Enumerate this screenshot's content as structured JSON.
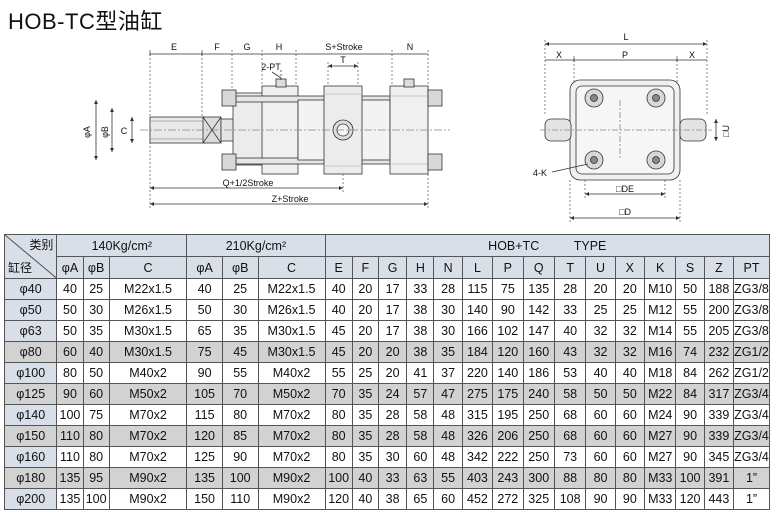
{
  "title": "HOB-TC型油缸",
  "drawing": {
    "side_view": {
      "dims_top": [
        "E",
        "F",
        "G",
        "H",
        "S+Stroke",
        "N"
      ],
      "dim_t": "T",
      "port": "2-PT",
      "dims_left": [
        "φA",
        "φB",
        "C"
      ],
      "dims_bottom": [
        "Q+1/2Stroke",
        "Z+Stroke"
      ]
    },
    "end_view": {
      "dim_l": "L",
      "dims_top": [
        "X",
        "P",
        "X"
      ],
      "dim_su": "□U",
      "hole_label": "4-K",
      "dim_de": "□DE",
      "dim_d": "□D"
    }
  },
  "table": {
    "corner_top": "类别",
    "corner_bottom": "缸径",
    "group_140": "140Kg/cm²",
    "group_210": "210Kg/cm²",
    "group_type": "HOB+TC          TYPE",
    "columns": [
      "φA",
      "φB",
      "C",
      "φA",
      "φB",
      "C",
      "E",
      "F",
      "G",
      "H",
      "N",
      "L",
      "P",
      "Q",
      "T",
      "U",
      "X",
      "K",
      "S",
      "Z",
      "PT"
    ],
    "rows": [
      [
        "φ40",
        "40",
        "25",
        "M22x1.5",
        "40",
        "25",
        "M22x1.5",
        "40",
        "20",
        "17",
        "33",
        "28",
        "115",
        "75",
        "135",
        "28",
        "20",
        "20",
        "M10",
        "50",
        "188",
        "ZG3/8"
      ],
      [
        "φ50",
        "50",
        "30",
        "M26x1.5",
        "50",
        "30",
        "M26x1.5",
        "40",
        "20",
        "17",
        "38",
        "30",
        "140",
        "90",
        "142",
        "33",
        "25",
        "25",
        "M12",
        "55",
        "200",
        "ZG3/8"
      ],
      [
        "φ63",
        "50",
        "35",
        "M30x1.5",
        "65",
        "35",
        "M30x1.5",
        "45",
        "20",
        "17",
        "38",
        "30",
        "166",
        "102",
        "147",
        "40",
        "32",
        "32",
        "M14",
        "55",
        "205",
        "ZG3/8"
      ],
      [
        "φ80",
        "60",
        "40",
        "M30x1.5",
        "75",
        "45",
        "M30x1.5",
        "45",
        "20",
        "20",
        "38",
        "35",
        "184",
        "120",
        "160",
        "43",
        "32",
        "32",
        "M16",
        "74",
        "232",
        "ZG1/2"
      ],
      [
        "φ100",
        "80",
        "50",
        "M40x2",
        "90",
        "55",
        "M40x2",
        "55",
        "25",
        "20",
        "41",
        "37",
        "220",
        "140",
        "186",
        "53",
        "40",
        "40",
        "M18",
        "84",
        "262",
        "ZG1/2"
      ],
      [
        "φ125",
        "90",
        "60",
        "M50x2",
        "105",
        "70",
        "M50x2",
        "70",
        "35",
        "24",
        "57",
        "47",
        "275",
        "175",
        "240",
        "58",
        "50",
        "50",
        "M22",
        "84",
        "317",
        "ZG3/4"
      ],
      [
        "φ140",
        "100",
        "75",
        "M70x2",
        "115",
        "80",
        "M70x2",
        "80",
        "35",
        "28",
        "58",
        "48",
        "315",
        "195",
        "250",
        "68",
        "60",
        "60",
        "M24",
        "90",
        "339",
        "ZG3/4"
      ],
      [
        "φ150",
        "110",
        "80",
        "M70x2",
        "120",
        "85",
        "M70x2",
        "80",
        "35",
        "28",
        "58",
        "48",
        "326",
        "206",
        "250",
        "68",
        "60",
        "60",
        "M27",
        "90",
        "339",
        "ZG3/4"
      ],
      [
        "φ160",
        "110",
        "80",
        "M70x2",
        "125",
        "90",
        "M70x2",
        "80",
        "35",
        "30",
        "60",
        "48",
        "342",
        "222",
        "250",
        "73",
        "60",
        "60",
        "M27",
        "90",
        "345",
        "ZG3/4"
      ],
      [
        "φ180",
        "135",
        "95",
        "M90x2",
        "135",
        "100",
        "M90x2",
        "100",
        "40",
        "33",
        "63",
        "55",
        "403",
        "243",
        "300",
        "88",
        "80",
        "80",
        "M33",
        "100",
        "391",
        "1”"
      ],
      [
        "φ200",
        "135",
        "100",
        "M90x2",
        "150",
        "110",
        "M90x2",
        "120",
        "40",
        "38",
        "65",
        "60",
        "452",
        "272",
        "325",
        "108",
        "90",
        "90",
        "M33",
        "120",
        "443",
        "1”"
      ]
    ],
    "shaded_rows": [
      3,
      5,
      7,
      9
    ]
  }
}
